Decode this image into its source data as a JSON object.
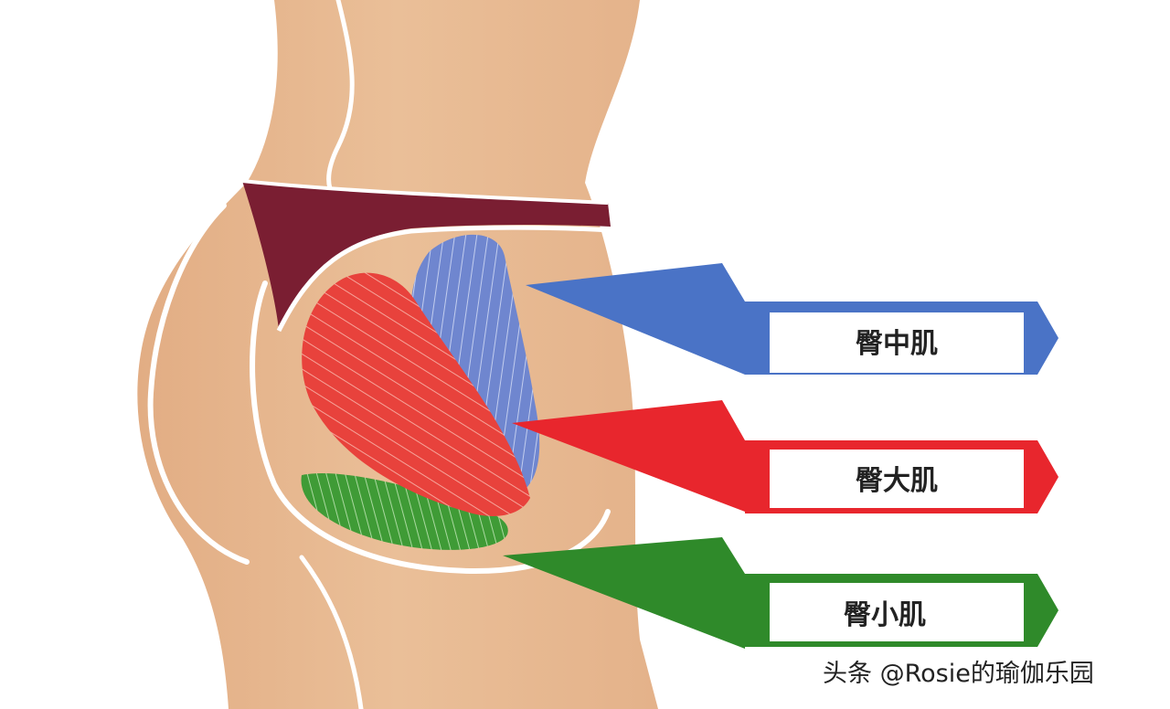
{
  "diagram": {
    "labels": [
      {
        "id": "gluteus-medius",
        "text": "臀中肌",
        "color": "#4a73c6"
      },
      {
        "id": "gluteus-maximus",
        "text": "臀大肌",
        "color": "#e8262d"
      },
      {
        "id": "gluteus-minimus",
        "text": "臀小肌",
        "color": "#2f8a2a"
      }
    ],
    "colors": {
      "skin": "#e8b890",
      "skin_outline": "#ffffff",
      "underwear": "#7a1e32",
      "medius": "#6f86cf",
      "maximus": "#e8423c",
      "minimus": "#3f9b36"
    }
  },
  "watermark": "头条 @Rosie的瑜伽乐园"
}
